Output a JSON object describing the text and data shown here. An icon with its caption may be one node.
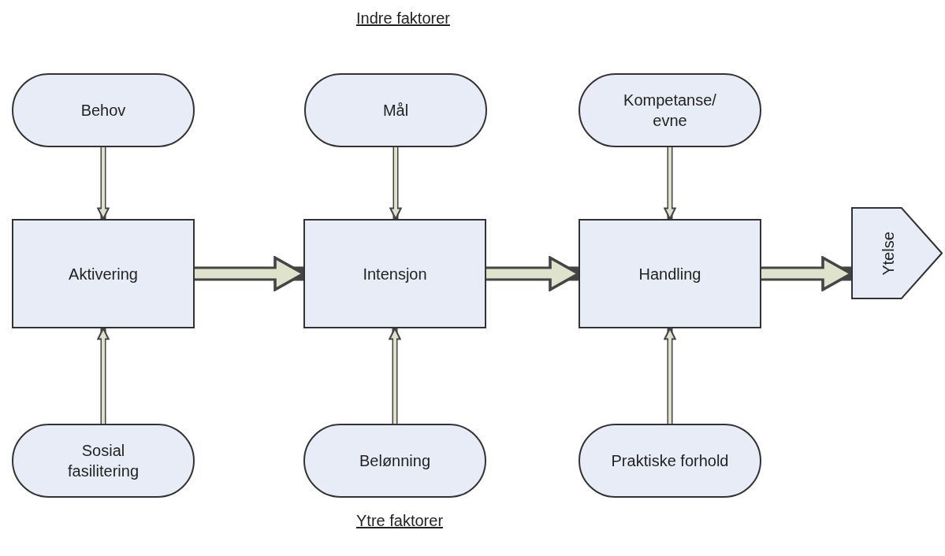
{
  "diagram": {
    "nodes": [
      {
        "text": [
          "Behov"
        ]
      },
      {
        "text": [
          "Mål"
        ]
      },
      {
        "text": [
          "Kompetanse/ evne"
        ]
      },
      {
        "text": [
          "Aktivering"
        ]
      },
      {
        "text": [
          "Intensjon"
        ]
      },
      {
        "text": [
          "Handling"
        ]
      },
      {
        "text": [
          "Ytelse"
        ]
      },
      {
        "text": [
          "Sosial fasilitering"
        ]
      },
      {
        "text": [
          "Belønning"
        ]
      },
      {
        "text": [
          "Praktiske forhold"
        ]
      }
    ],
    "edges": [
      {
        "from": 0,
        "to": 3,
        "arrow": "to"
      },
      {
        "from": 1,
        "to": 4,
        "arrow": "to"
      },
      {
        "from": 2,
        "to": 5,
        "arrow": "to"
      },
      {
        "from": 3,
        "to": 4,
        "arrow": "to",
        "style": "thick"
      },
      {
        "from": 4,
        "to": 5,
        "arrow": "to",
        "style": "thick"
      },
      {
        "from": 5,
        "to": 6,
        "arrow": "to",
        "style": "thick"
      },
      {
        "from": 7,
        "to": 3,
        "arrow": "to"
      },
      {
        "from": 8,
        "to": 4,
        "arrow": "to"
      },
      {
        "from": 9,
        "to": 5,
        "arrow": "to"
      }
    ],
    "labels": [
      "Indre faktorer",
      "Ytre faktorer"
    ]
  }
}
